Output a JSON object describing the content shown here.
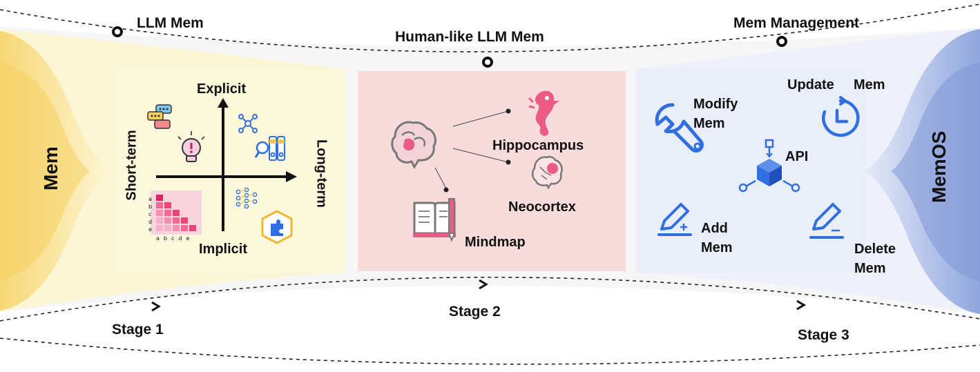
{
  "top_labels": {
    "llm_mem": "LLM Mem",
    "human_like": "Human-like LLM Mem",
    "mem_management": "Mem Management"
  },
  "stages": {
    "stage1": "Stage 1",
    "stage2": "Stage 2",
    "stage3": "Stage 3"
  },
  "left_side": "Mem",
  "right_side": "MemOS",
  "panel1": {
    "axis_top": "Explicit",
    "axis_bottom": "Implicit",
    "axis_left": "Short-term",
    "axis_right": "Long-term",
    "matrix_rows": [
      "a",
      "b",
      "c",
      "d",
      "e"
    ],
    "matrix_cols": [
      "a",
      "b",
      "c",
      "d",
      "e"
    ]
  },
  "panel2": {
    "hippocampus": "Hippocampus",
    "neocortex": "Neocortex",
    "mindmap": "Mindmap"
  },
  "panel3": {
    "modify_1": "Modify",
    "modify_2": "Mem",
    "update_1": "Update",
    "update_2": "Mem",
    "api": "API",
    "add_1": "Add",
    "add_2": "Mem",
    "delete_1": "Delete",
    "delete_2": "Mem"
  },
  "colors": {
    "panel1_bg": "#fbf8dc",
    "panel2_bg": "#f8dcdc",
    "panel3_bg": "#e8ecf8",
    "yellow_accent": "#f6d26a",
    "blue_accent": "#2f6fe0",
    "pink_accent": "#e8457a"
  }
}
